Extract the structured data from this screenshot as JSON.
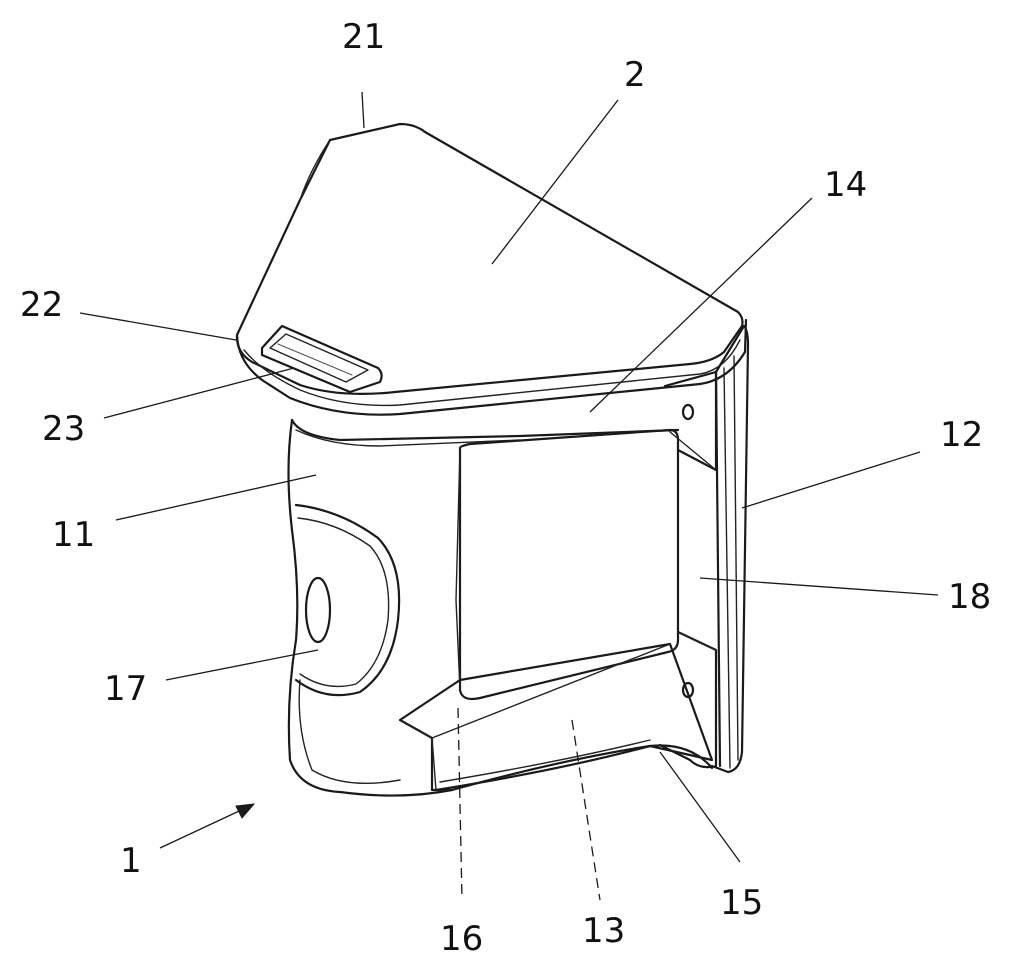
{
  "figure": {
    "reference_numerals": {
      "n1": "1",
      "n2": "2",
      "n11": "11",
      "n12": "12",
      "n13": "13",
      "n14": "14",
      "n15": "15",
      "n16": "16",
      "n17": "17",
      "n18": "18",
      "n21": "21",
      "n22": "22",
      "n23": "23"
    }
  }
}
